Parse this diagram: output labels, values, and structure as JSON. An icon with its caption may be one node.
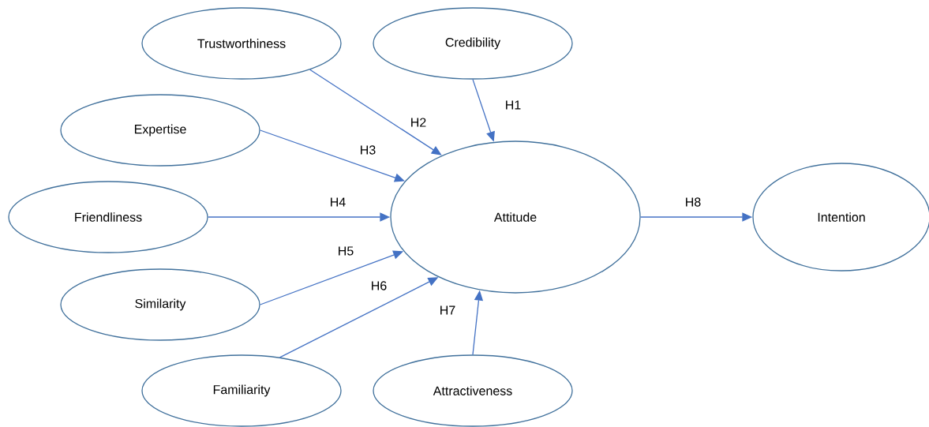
{
  "diagram": {
    "nodes": [
      {
        "text": [
          "Trustworthiness"
        ]
      },
      {
        "text": [
          "Credibility"
        ]
      },
      {
        "text": [
          "Expertise"
        ]
      },
      {
        "text": [
          "Friendliness"
        ]
      },
      {
        "text": [
          "Attitude"
        ]
      },
      {
        "text": [
          "Intention"
        ]
      },
      {
        "text": [
          "Similarity"
        ]
      },
      {
        "text": [
          "Familiarity"
        ]
      },
      {
        "text": [
          "Attractiveness"
        ]
      }
    ],
    "edges": [
      {
        "from": 1,
        "to": 4,
        "arrow": "to",
        "label": "H1"
      },
      {
        "from": 0,
        "to": 4,
        "arrow": "to",
        "label": "H2"
      },
      {
        "from": 2,
        "to": 4,
        "arrow": "to",
        "label": "H3"
      },
      {
        "from": 3,
        "to": 4,
        "arrow": "to",
        "label": "H4"
      },
      {
        "from": 6,
        "to": 4,
        "arrow": "to",
        "label": "H5"
      },
      {
        "from": 7,
        "to": 4,
        "arrow": "to",
        "label": "H6"
      },
      {
        "from": 8,
        "to": 4,
        "arrow": "to",
        "label": "H7"
      },
      {
        "from": 4,
        "to": 5,
        "arrow": "to",
        "label": "H8"
      }
    ]
  }
}
